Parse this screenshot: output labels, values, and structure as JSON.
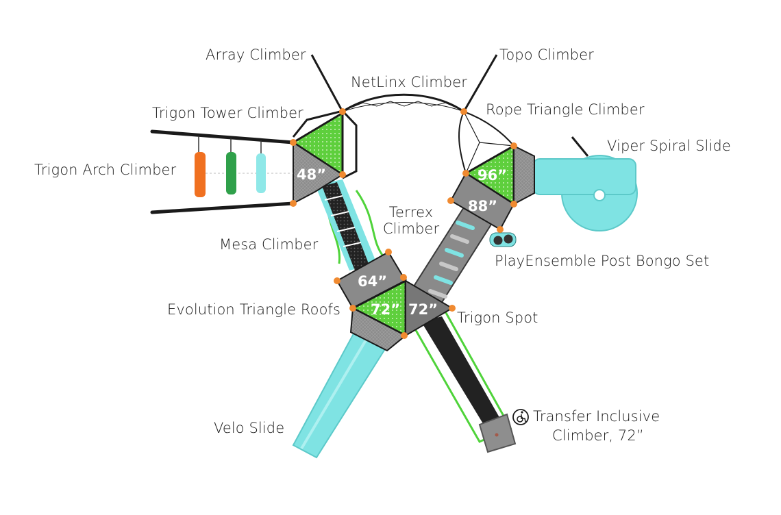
{
  "diagram": {
    "title": "Playground structure plan view",
    "colors": {
      "slide": "#7fe3e3",
      "roof_green": "#5ecf3d",
      "deck_gray": "#8a8a8a",
      "post_orange": "#f08a30",
      "rope_black": "#1a1a1a",
      "climber_orange": "#f07020",
      "climber_green": "#2fa04a",
      "climber_teal": "#8fe8e8"
    },
    "labels": {
      "array_climber": "Array Climber",
      "topo_climber": "Topo Climber",
      "netlinx_climber": "NetLinx Climber",
      "trigon_tower_climber": "Trigon Tower Climber",
      "rope_triangle_climber": "Rope Triangle Climber",
      "viper_spiral_slide": "Viper Spiral Slide",
      "trigon_arch_climber": "Trigon Arch Climber",
      "terrex_climber_line1": "Terrex",
      "terrex_climber_line2": "Climber",
      "mesa_climber": "Mesa Climber",
      "playensemble_bongo": "PlayEnsemble Post Bongo Set",
      "evolution_roofs": "Evolution Triangle Roofs",
      "trigon_spot": "Trigon Spot",
      "velo_slide": "Velo Slide",
      "transfer_line1": "Transfer Inclusive",
      "transfer_line2": "Climber, 72”"
    },
    "deck_heights": {
      "deck_48": "48”",
      "deck_96": "96”",
      "deck_88": "88”",
      "deck_64": "64”",
      "deck_72_roof": "72”",
      "deck_72_spot": "72”"
    },
    "icons": {
      "accessibility": "wheelchair-icon"
    }
  }
}
